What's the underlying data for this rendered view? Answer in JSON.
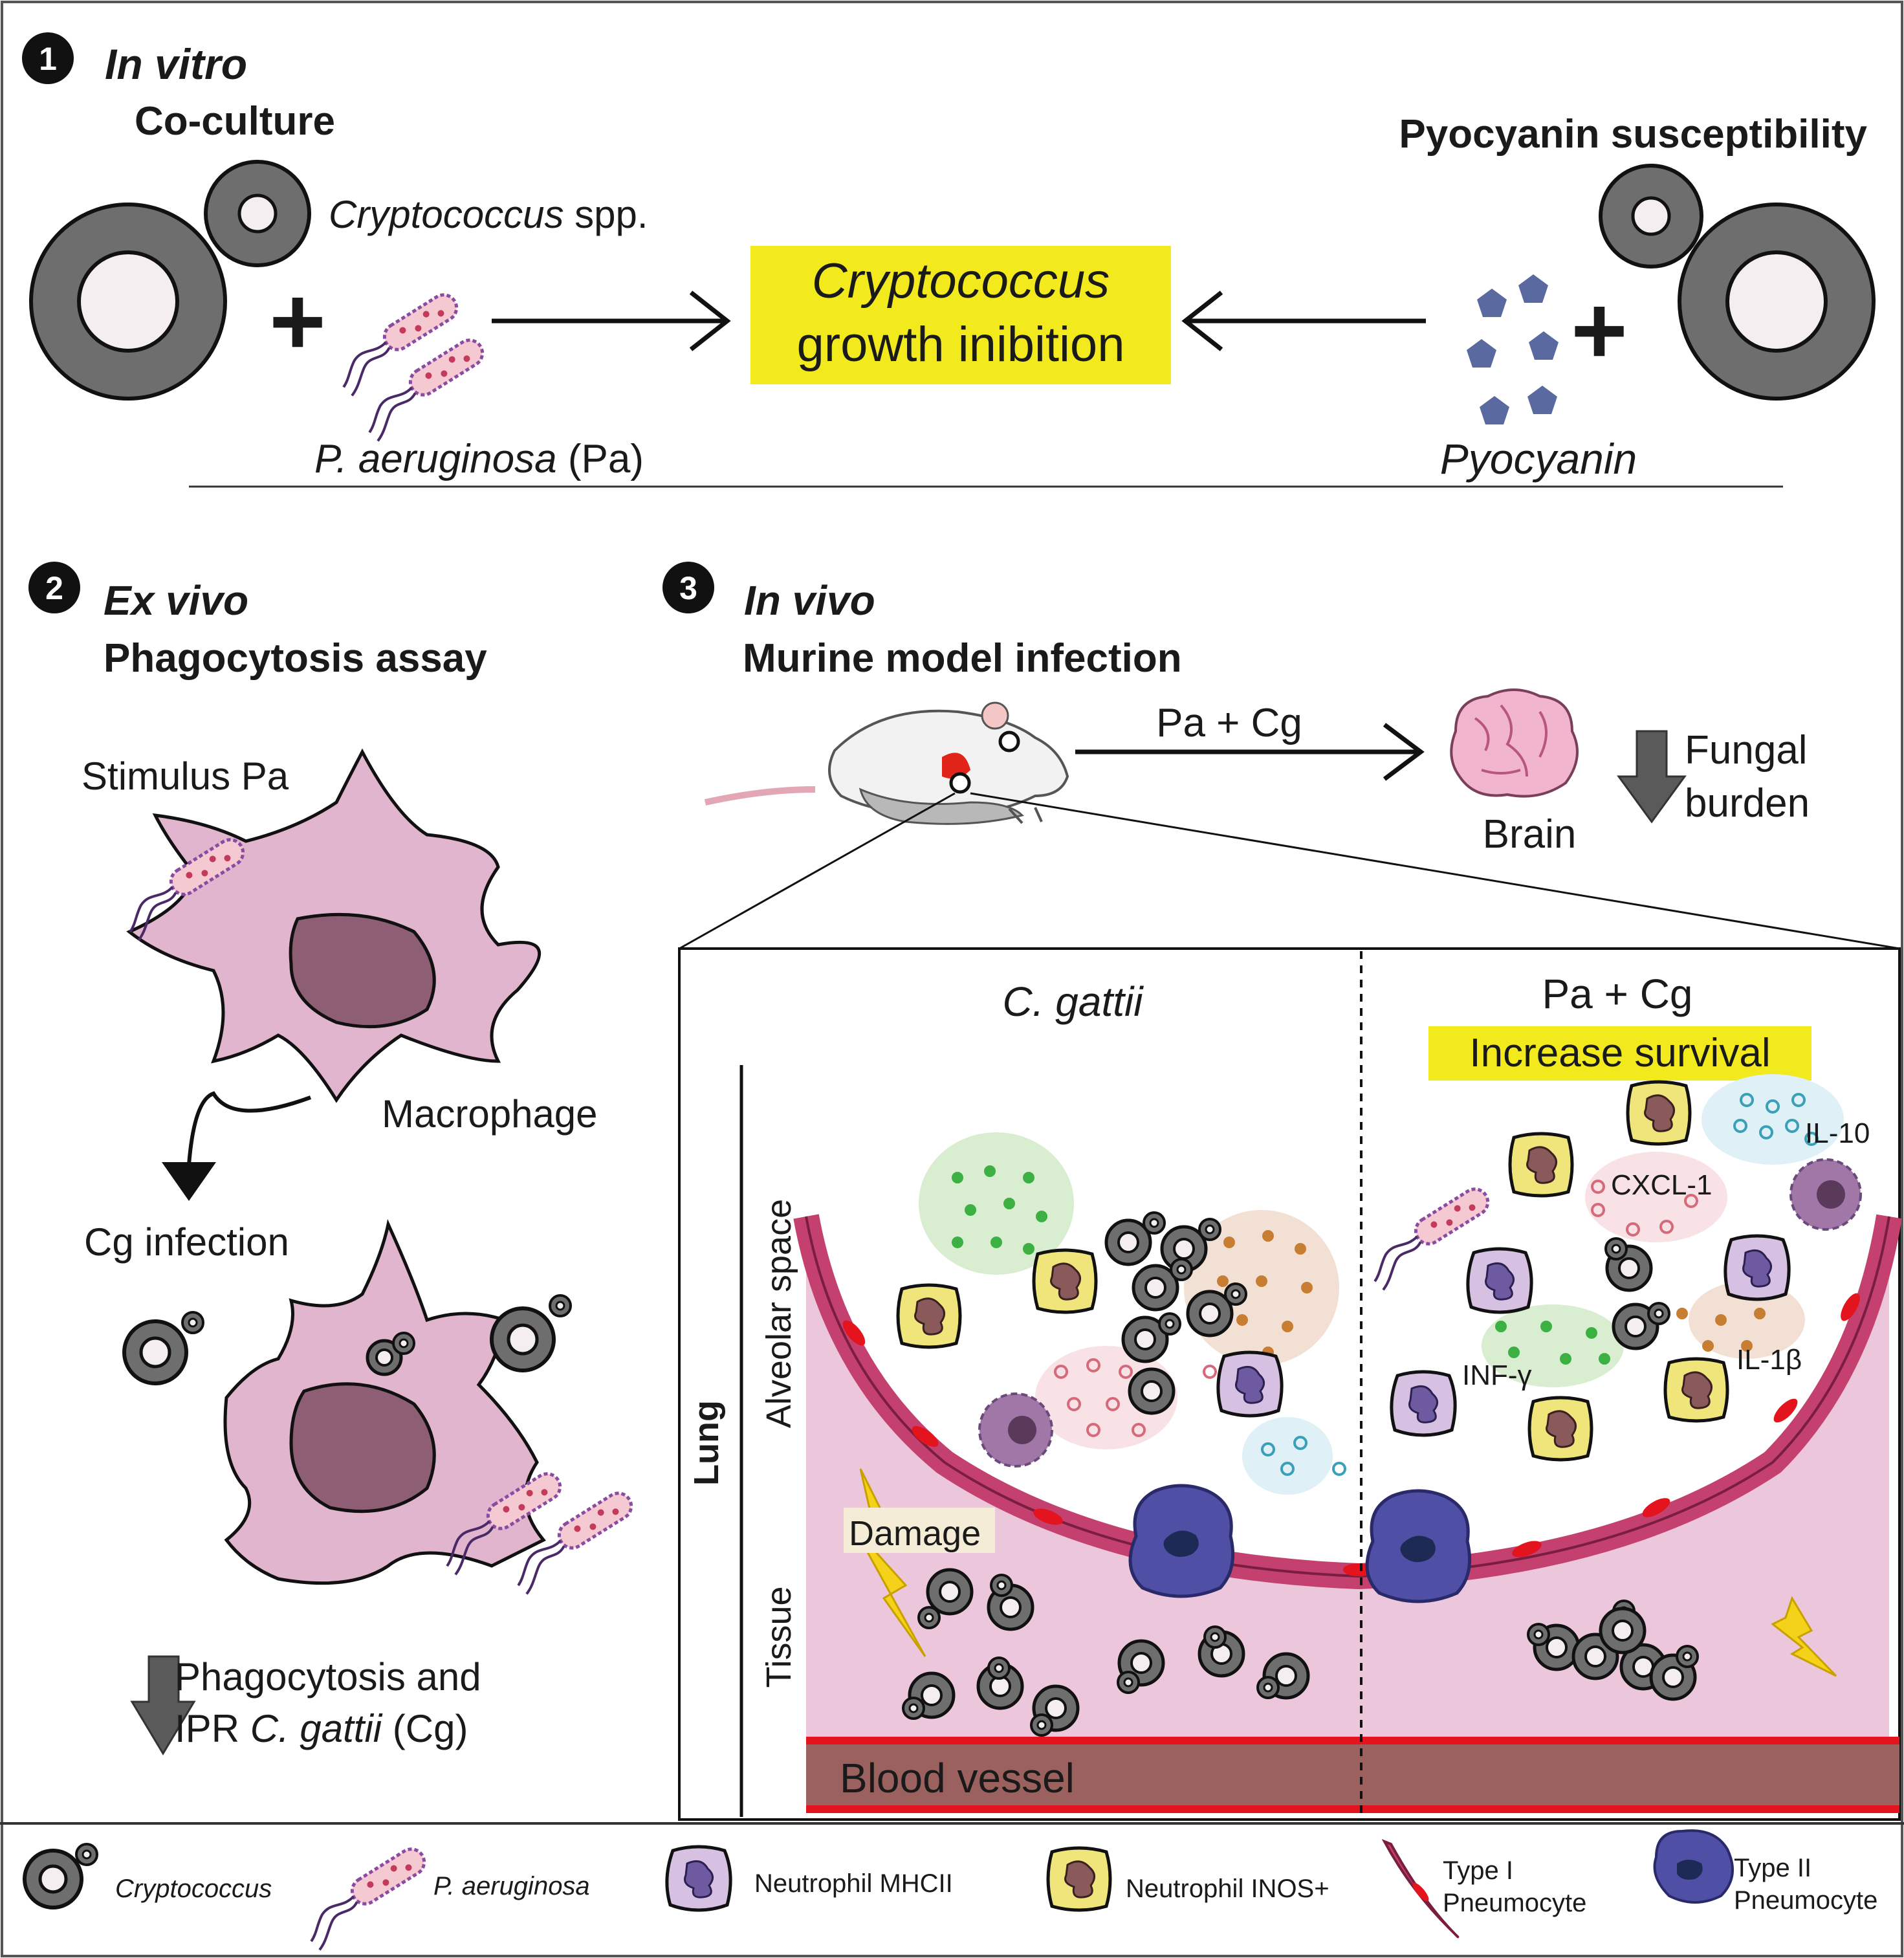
{
  "panel1": {
    "number": "1",
    "title_italic": "In vitro",
    "title_bold": "Co-culture",
    "crypto_label_italic": "Cryptococcus",
    "crypto_label_rest": " spp.",
    "plus": "+",
    "pa_label_italic": "P. aeruginosa",
    "pa_label_rest": " (Pa)",
    "result_line1": "Cryptococcus",
    "result_line2": "growth inibition",
    "right_title": "Pyocyanin susceptibility",
    "pyocyanin_label": "Pyocyanin"
  },
  "panel2": {
    "number": "2",
    "title_italic": "Ex vivo",
    "title_bold": "Phagocytosis assay",
    "stimulus": "Stimulus Pa",
    "macrophage": "Macrophage",
    "infection": "Cg infection",
    "result_line1": "Phagocytosis and",
    "result_line2_pre": "IPR ",
    "result_line2_italic": "C. gattii",
    "result_line2_post": " (Cg)"
  },
  "panel3": {
    "number": "3",
    "title_italic": "In vivo",
    "title_bold": "Murine model infection",
    "arrow_label": "Pa + Cg",
    "brain": "Brain",
    "fungal_line1": "Fungal",
    "fungal_line2": "burden",
    "left_title": "C. gattii",
    "right_title": "Pa + Cg",
    "survival": "Increase survival",
    "lung": "Lung",
    "alveolar": "Alveolar space",
    "tissue": "Tissue",
    "damage": "Damage",
    "blood_vessel": "Blood vessel",
    "cytokines": {
      "il10": "IL-10",
      "cxcl1": "CXCL-1",
      "infg": "INF-γ",
      "il1b": "IL-1β"
    }
  },
  "legend": {
    "cryptococcus": "Cryptococcus",
    "pa": "P. aeruginosa",
    "neut_mhcii": "Neutrophil MHCII",
    "neut_inos": "Neutrophil INOS+",
    "type1_line1": "Type I",
    "type1_line2": "Pneumocyte",
    "type2_line1": "Type II",
    "type2_line2": "Pneumocyte"
  },
  "colors": {
    "yeast": "#6e6e6e",
    "yeast_inner": "#f4eef0",
    "highlight": "#f2ea1c",
    "macrophage": "#e0b5cd",
    "nucleus": "#8e5f74",
    "tissue": "#ecc7dc",
    "epithelium": "#c4406e",
    "blood_vessel": "#9b615e",
    "blood_red": "#e3141d",
    "pyocyanin": "#5a6aa0",
    "type2": "#4f4fa5",
    "neut_mhcii": "#d6c1e3",
    "neut_inos": "#efe57a"
  }
}
